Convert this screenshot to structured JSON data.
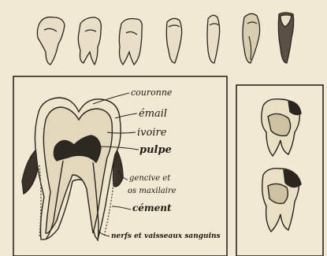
{
  "diagram": {
    "labels": {
      "couronne": "couronne",
      "email": "émail",
      "ivoire": "ivoire",
      "pulpe": "pulpe",
      "gencive_line1": "gencive et",
      "gencive_line2": "os maxilaire",
      "cement": "cément",
      "nerfs": "nerfs et vaisseaux sanguins"
    }
  }
}
